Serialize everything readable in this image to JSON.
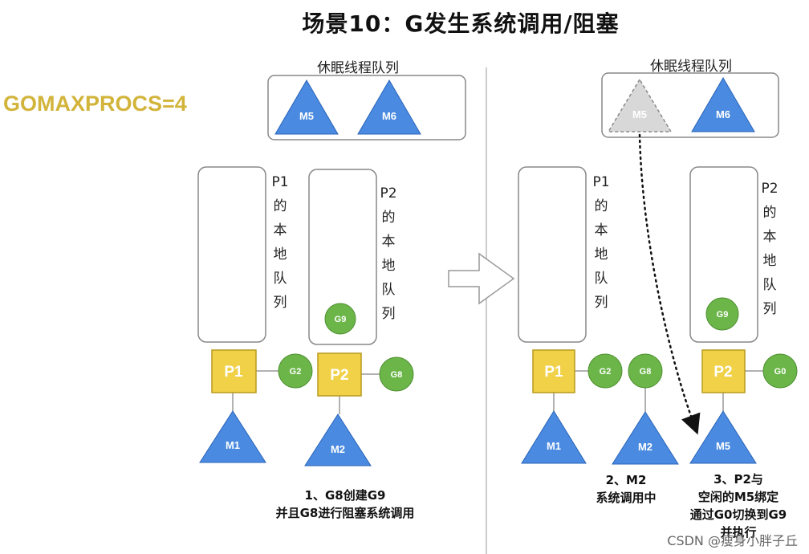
{
  "title": "场景10：G发生系统调用/阻塞",
  "gomaxprocs": "GOMAXPROCS=4",
  "left": {
    "sleep_queue_label": "休眠线程队列",
    "sleep_threads": [
      "M5",
      "M6"
    ],
    "p1": {
      "name": "P1",
      "queue_label": "P1的本地队列",
      "queue_chars": [
        "P1",
        "的",
        "本",
        "地",
        "队",
        "列"
      ],
      "current_g": "G2",
      "machine": "M1"
    },
    "p2": {
      "name": "P2",
      "queue_label": "P2的本地队列",
      "queue_chars": [
        "P2",
        "的",
        "本",
        "地",
        "队",
        "列"
      ],
      "queued_g": "G9",
      "current_g": "G8",
      "machine": "M2"
    },
    "caption_lines": [
      "1、G8创建G9",
      "并且G8进行阻塞系统调用"
    ]
  },
  "right": {
    "sleep_queue_label": "休眠线程队列",
    "sleep_threads": [
      "M5",
      "M6"
    ],
    "p1": {
      "name": "P1",
      "queue_chars": [
        "P1",
        "的",
        "本",
        "地",
        "队",
        "列"
      ],
      "current_g": "G2",
      "machine": "M1"
    },
    "m2": {
      "machine": "M2",
      "g": "G8",
      "caption_lines": [
        "2、M2",
        "系统调用中"
      ]
    },
    "p2": {
      "name": "P2",
      "queue_chars": [
        "P2",
        "的",
        "本",
        "地",
        "队",
        "列"
      ],
      "queued_g": "G9",
      "current_g": "G0",
      "machine": "M5"
    },
    "caption_lines": [
      "3、P2与",
      "空闲的M5绑定",
      "通过G0切换到G9",
      "并执行"
    ]
  },
  "watermark": "CSDN @瘦身小胖子丘",
  "colors": {
    "processor": "#f0d147",
    "machine": "#4a8ae0",
    "goroutine": "#6cb649",
    "ghost_machine": "#d8d8d8",
    "gomaxprocs": "#d2b43a"
  }
}
